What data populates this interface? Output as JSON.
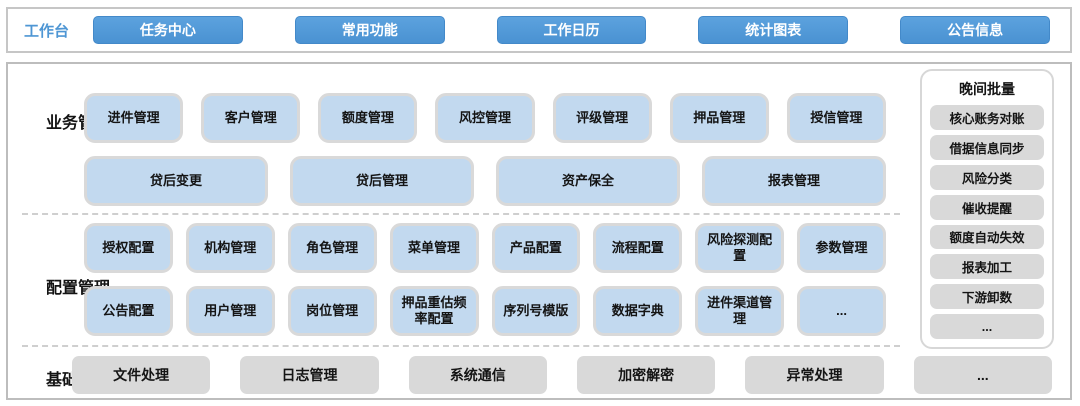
{
  "colors": {
    "accent_blue": "#4e96d4",
    "light_blue": "#c2d9ef",
    "gray": "#d9d9d9"
  },
  "topbar": {
    "label": "工作台",
    "buttons": [
      "任务中心",
      "常用功能",
      "工作日历",
      "统计图表",
      "公告信息"
    ]
  },
  "business": {
    "label": "业务管理",
    "row1": [
      "进件管理",
      "客户管理",
      "额度管理",
      "风控管理",
      "评级管理",
      "押品管理",
      "授信管理"
    ],
    "row2": [
      "贷后变更",
      "贷后管理",
      "资产保全",
      "报表管理"
    ]
  },
  "config": {
    "label": "配置管理",
    "row1": [
      "授权配置",
      "机构管理",
      "角色管理",
      "菜单管理",
      "产品配置",
      "流程配置",
      "风险探测配\n置",
      "参数管理"
    ],
    "row2": [
      "公告配置",
      "用户管理",
      "岗位管理",
      "押品重估频\n率配置",
      "序列号模版",
      "数据字典",
      "进件渠道管\n理",
      "..."
    ]
  },
  "base": {
    "label": "基础服务",
    "buttons": [
      "文件处理",
      "日志管理",
      "系统通信",
      "加密解密",
      "异常处理",
      "..."
    ]
  },
  "night_batch": {
    "title": "晚间批量",
    "items": [
      "核心账务对账",
      "借据信息同步",
      "风险分类",
      "催收提醒",
      "额度自动失效",
      "报表加工",
      "下游卸数",
      "..."
    ]
  }
}
